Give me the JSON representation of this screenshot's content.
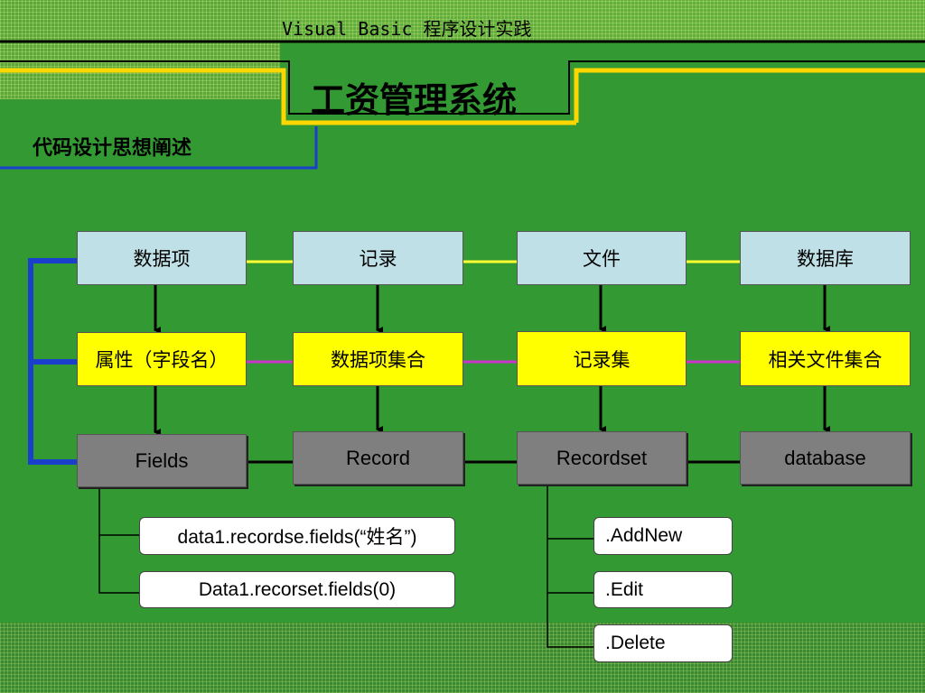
{
  "header": {
    "course_title": "Visual Basic 程序设计实践",
    "main_title": "工资管理系统",
    "section_title": "代码设计思想阐述"
  },
  "diagram": {
    "row1": [
      "数据项",
      "记录",
      "文件",
      "数据库"
    ],
    "row2": [
      "属性（字段名）",
      "数据项集合",
      "记录集",
      "相关文件集合"
    ],
    "row3": [
      "Fields",
      "Record",
      "Recordset",
      "database"
    ],
    "fields_examples": [
      "data1.recordse.fields(“姓名”)",
      "Data1.recorset.fields(0)"
    ],
    "recordset_methods": [
      ".AddNew",
      ".Edit",
      ".Delete"
    ]
  },
  "colors": {
    "background": "#339933",
    "accent_yellow": "#ffd700",
    "accent_blue": "#1a3fcc",
    "row1_fill": "#bfe0e6",
    "row2_fill": "#ffff00",
    "row3_fill": "#7f7f7f",
    "link_row1": "#ffff33",
    "link_row2": "#cc33cc"
  }
}
